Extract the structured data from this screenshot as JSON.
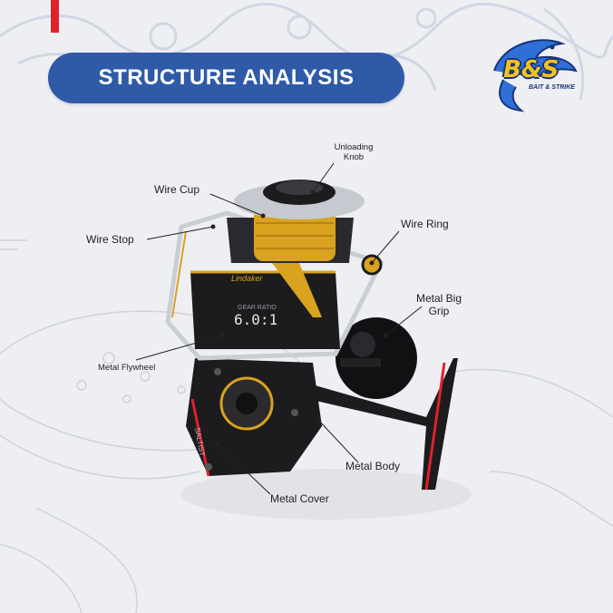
{
  "header": {
    "title": "STRUCTURE ANALYSIS"
  },
  "logo": {
    "mark": "B&S",
    "tagline": "BAIT & STRIKE"
  },
  "product": {
    "brand_text": "Lindaker",
    "gear_ratio_label": "GEAR RATIO",
    "gear_ratio_value": "6.0:1",
    "body_text": "SALTIST"
  },
  "labels": {
    "unloading_knob_1": "Unloading",
    "unloading_knob_2": "Knob",
    "wire_cup": "Wire Cup",
    "wire_ring": "Wire Ring",
    "wire_stop": "Wire Stop",
    "metal_big_grip_1": "Metal Big",
    "metal_big_grip_2": "Grip",
    "metal_flywheel": "Metal Flywheel",
    "metal_body": "Metal Body",
    "metal_cover": "Metal Cover"
  },
  "colors": {
    "background": "#eeeff3",
    "title_pill": "#2f5aa8",
    "accent_red": "#e0222b",
    "logo_yellow": "#f4c21a",
    "logo_blue": "#16347a",
    "reel_gold": "#d9a21f",
    "reel_black": "#1c1c1e"
  }
}
